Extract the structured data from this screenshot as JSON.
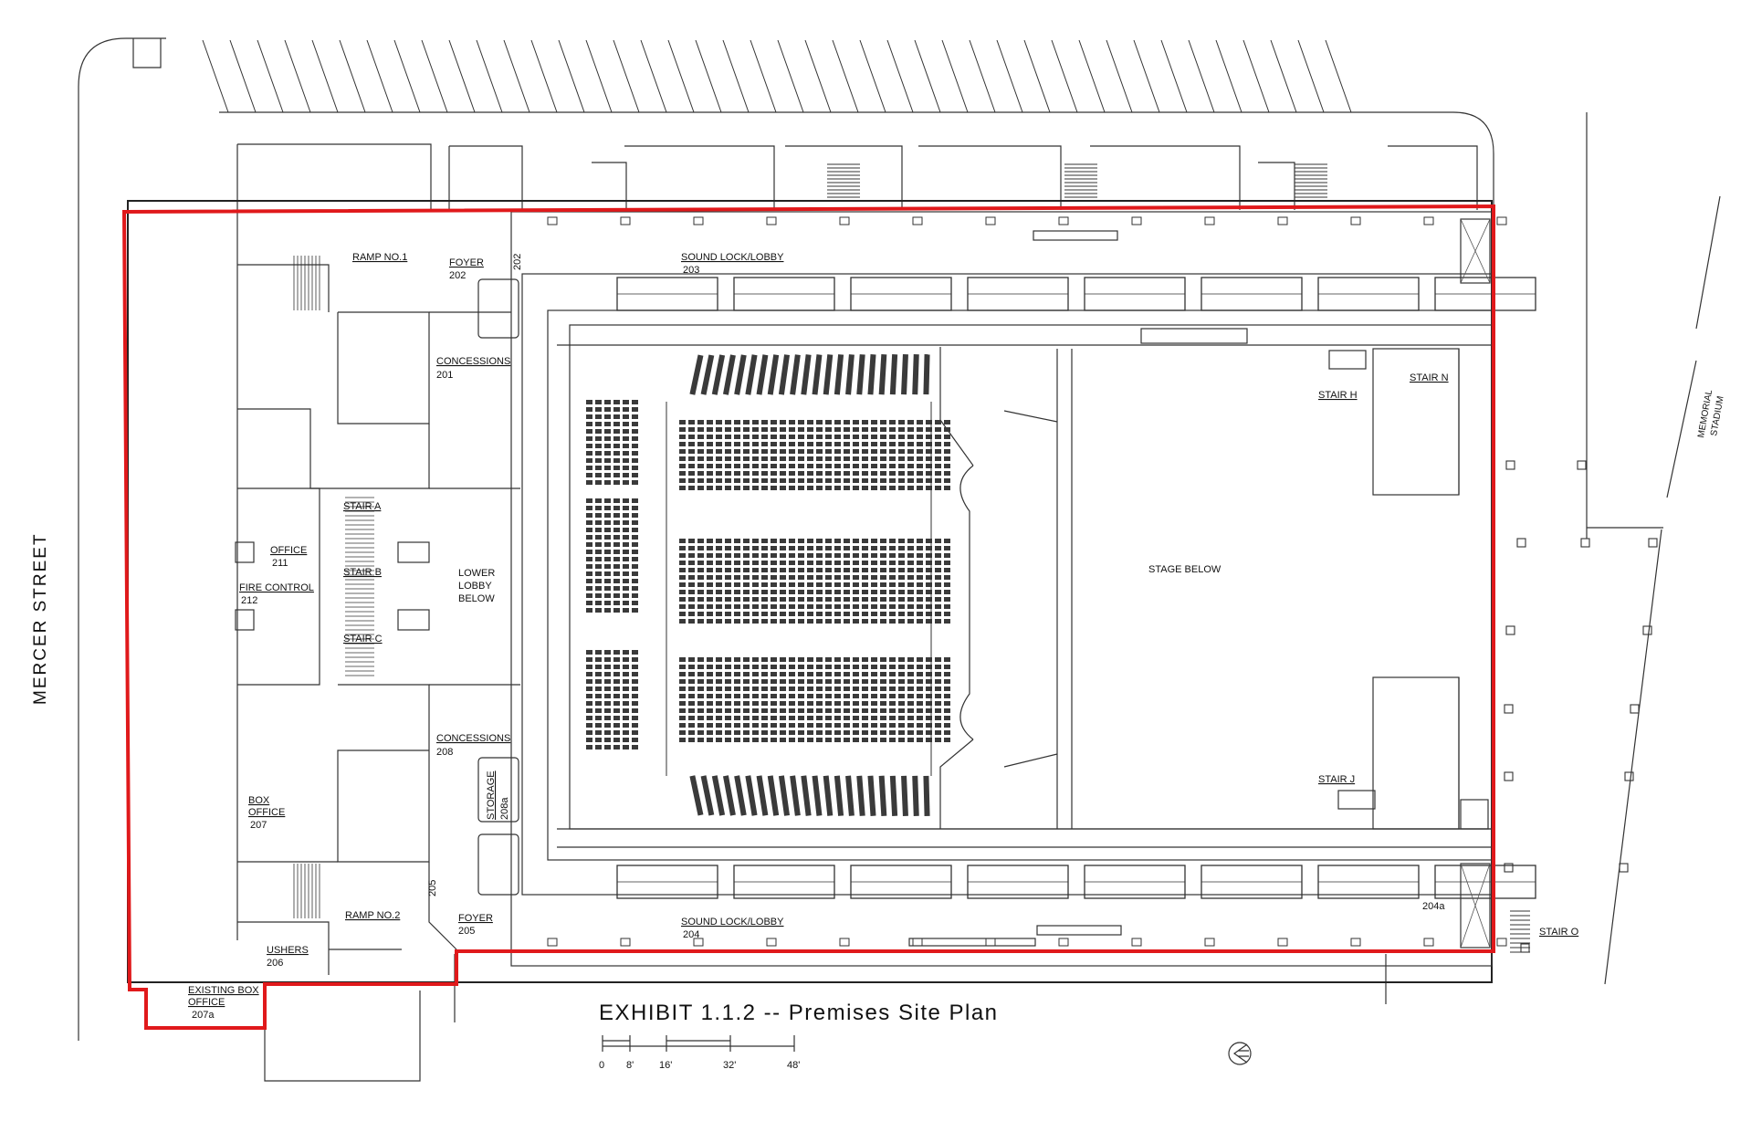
{
  "streets": {
    "mercer": "MERCER STREET",
    "memorial_stadium": [
      "MEMORIAL",
      "STADIUM"
    ]
  },
  "rooms": {
    "ramp1": {
      "name": "RAMP NO.1"
    },
    "foyer202": {
      "name": "FOYER",
      "number": "202"
    },
    "num202": "202",
    "soundlock203": {
      "name": "SOUND LOCK/LOBBY",
      "number": "203"
    },
    "concessions201": {
      "name": "CONCESSIONS",
      "number": "201"
    },
    "stair_a": "STAIR A",
    "stair_b": "STAIR B",
    "stair_c": "STAIR C",
    "office211": {
      "name": "OFFICE",
      "number": "211"
    },
    "fire212": {
      "name": "FIRE CONTROL",
      "number": "212"
    },
    "lower_lobby": [
      "LOWER",
      "LOBBY",
      "BELOW"
    ],
    "concessions208": {
      "name": "CONCESSIONS",
      "number": "208"
    },
    "storage": {
      "name": "STORAGE",
      "number": "208a"
    },
    "box_office": {
      "name": [
        "BOX",
        "OFFICE"
      ],
      "number": "207"
    },
    "ramp2": {
      "name": "RAMP NO.2"
    },
    "num205": "205",
    "foyer205": {
      "name": "FOYER",
      "number": "205"
    },
    "ushers": {
      "name": "USHERS",
      "number": "206"
    },
    "existing_box": {
      "name": [
        "EXISTING BOX",
        "OFFICE"
      ],
      "number": "207a"
    },
    "soundlock204": {
      "name": "SOUND LOCK/LOBBY",
      "number": "204"
    },
    "num204a": "204a",
    "stair_h": "STAIR H",
    "stair_n": "STAIR N",
    "stage": "STAGE BELOW",
    "stair_j": "STAIR J",
    "stair_o": "STAIR O"
  },
  "title": "EXHIBIT 1.1.2 -- Premises Site Plan",
  "scale_bar": {
    "ticks": [
      "0",
      "8'",
      "16'",
      "32'",
      "48'"
    ]
  },
  "colors": {
    "premises_outline": "#e0191b",
    "linework": "#333333"
  },
  "icons": {
    "north_arrow": "north-arrow-icon"
  }
}
